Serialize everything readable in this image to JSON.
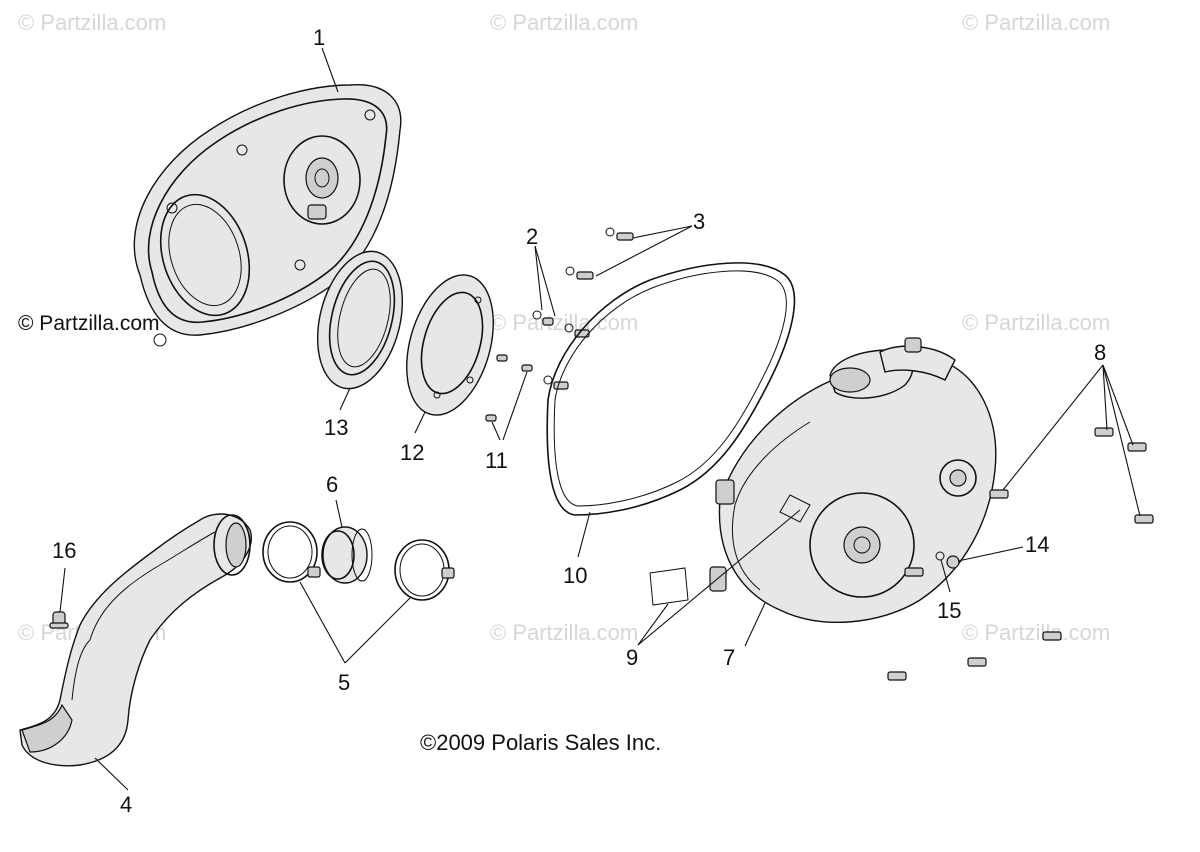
{
  "watermark": "© Partzilla.com",
  "copyright": "©2009 Polaris Sales Inc.",
  "callouts": {
    "c1": "1",
    "c2": "2",
    "c3": "3",
    "c4": "4",
    "c5": "5",
    "c6": "6",
    "c7": "7",
    "c8": "8",
    "c9": "9",
    "c10": "10",
    "c11": "11",
    "c12": "12",
    "c13": "13",
    "c14": "14",
    "c15": "15",
    "c16": "16"
  }
}
